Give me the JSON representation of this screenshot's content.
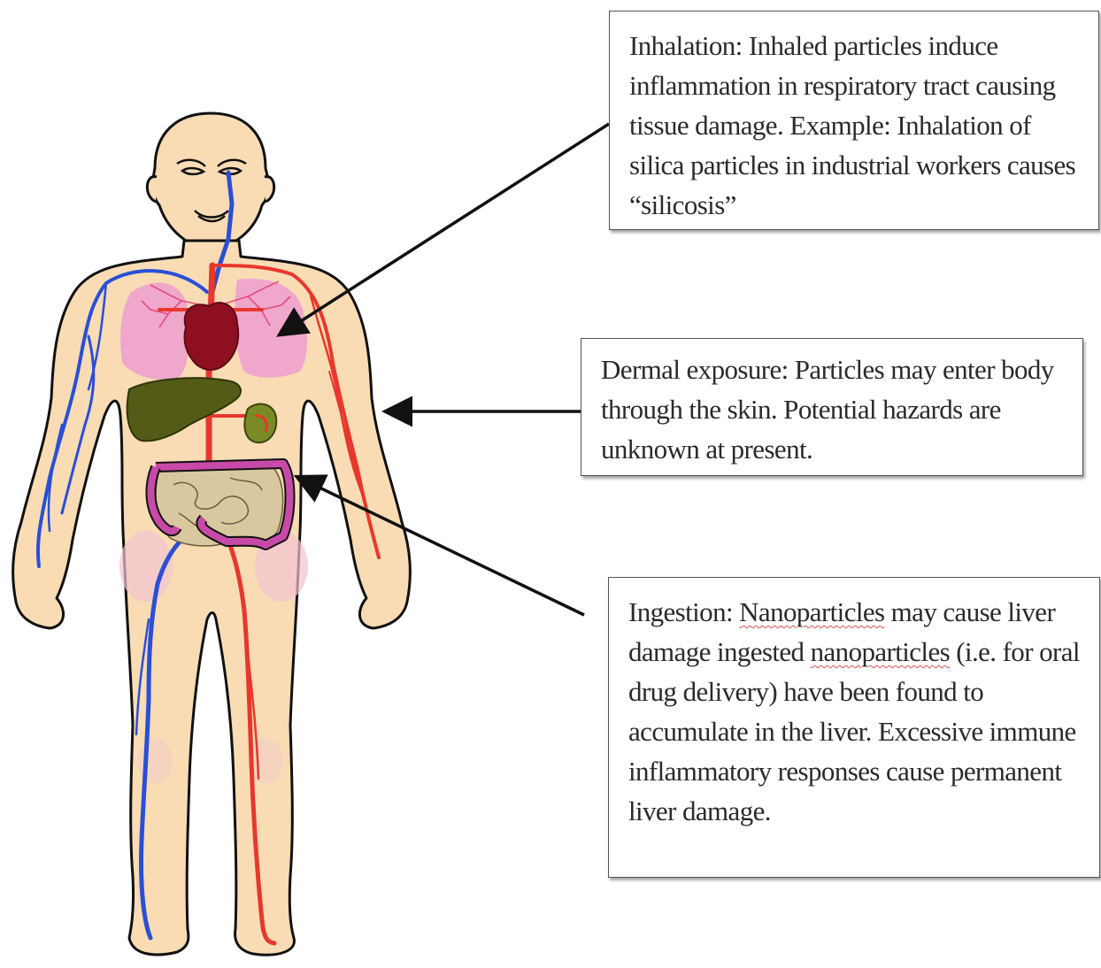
{
  "callouts": {
    "inhalation": {
      "text": "Inhalation: Inhaled particles induce inflammation in respiratory tract causing tissue damage. Example: Inhalation of silica particles in industrial workers causes “silicosis”"
    },
    "dermal": {
      "text": "Dermal exposure: Particles may enter body through the skin. Potential hazards are unknown at present."
    },
    "ingestion": {
      "line1_prefix": "Ingestion: ",
      "line1_underlined": "Nanoparticles",
      "line1_suffix": " may cause liver damage ingested ",
      "line2_underlined": "nanoparticles",
      "rest": " (i.e. for oral drug delivery) have been found to accumulate in the liver. Excessive immune inflammatory responses cause permanent liver damage."
    }
  },
  "colors": {
    "skin": "#f9dcb4",
    "outline": "#111111",
    "vein": "#2a4fd6",
    "artery": "#e8372c",
    "lung": "#f0a7cc",
    "heart": "#8e1020",
    "liver": "#545b16",
    "intestine_large": "#c84aa8",
    "intestine_small": "#d9c79f",
    "kidney": "#7a8a25",
    "arrow": "#111111"
  }
}
